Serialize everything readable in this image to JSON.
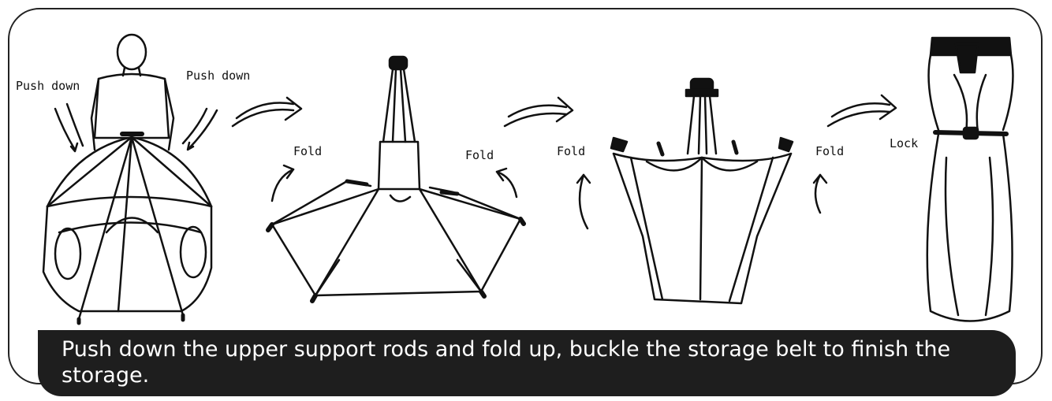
{
  "labels": {
    "push_down_left": "Push down",
    "push_down_right": "Push down",
    "fold_1": "Fold",
    "fold_2": "Fold",
    "fold_3": "Fold",
    "fold_4": "Fold",
    "lock": "Lock"
  },
  "caption": "Push down the upper support rods and fold up, buckle the storage belt to finish the storage.",
  "colors": {
    "ink": "#111111",
    "caption_bg": "#1e1e1e",
    "caption_text": "#ffffff"
  }
}
